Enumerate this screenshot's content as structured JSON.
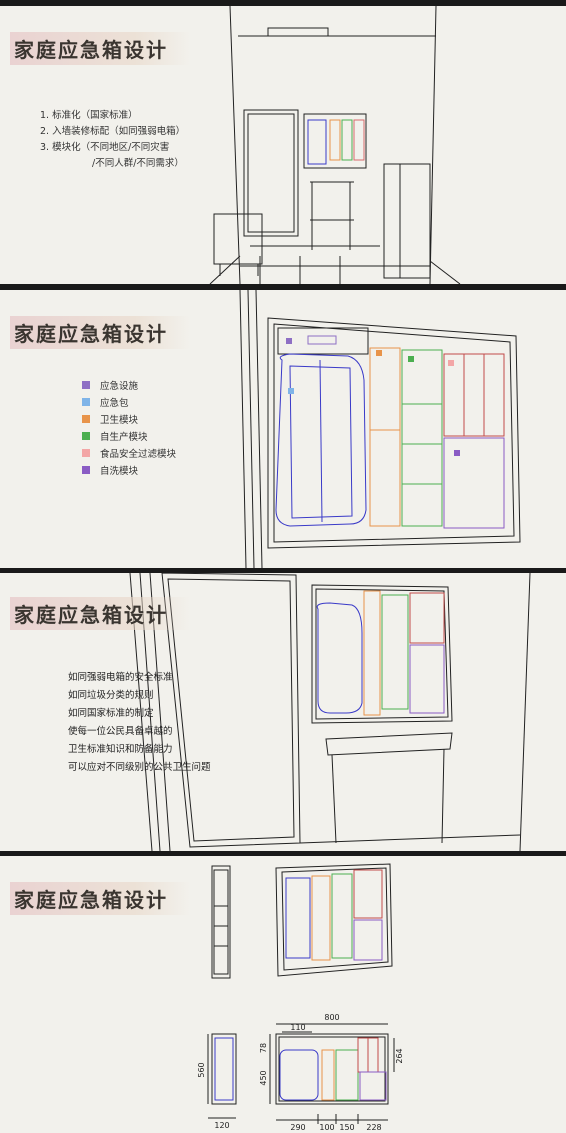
{
  "panel1": {
    "title": "家庭应急箱设计",
    "items": [
      "1. 标准化（国家标准）",
      "2. 入墙装修标配（如同强弱电箱）",
      "3. 模块化（不同地区/不同灾害",
      "/不同人群/不同需求）"
    ]
  },
  "panel2": {
    "title": "家庭应急箱设计",
    "legend": [
      {
        "label": "应急设施",
        "color": "#8e6fc4"
      },
      {
        "label": "应急包",
        "color": "#7fb4e8"
      },
      {
        "label": "卫生模块",
        "color": "#e8944a"
      },
      {
        "label": "自生产模块",
        "color": "#4caf50"
      },
      {
        "label": "食品安全过滤模块",
        "color": "#f3a6a6"
      },
      {
        "label": "自洗模块",
        "color": "#8a5cc4"
      }
    ]
  },
  "panel3": {
    "title": "家庭应急箱设计",
    "lines": [
      "如同强弱电箱的安全标准",
      "如同垃圾分类的规则",
      "如同国家标准的制定",
      "使每一位公民具备卓越的",
      "卫生标准知识和防备能力",
      "可以应对不同级别的公共卫生问题"
    ]
  },
  "panel4": {
    "title": "家庭应急箱设计",
    "dims": {
      "total_width": "800",
      "top_offset": "110",
      "top_height": "78",
      "height": "450",
      "side_height": "560",
      "right_height": "264",
      "depth": "120",
      "w1": "290",
      "w2": "100",
      "w3": "150",
      "w4": "228"
    }
  }
}
